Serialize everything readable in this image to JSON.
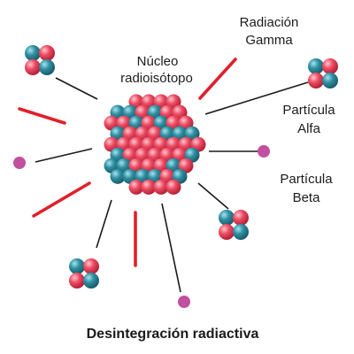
{
  "labels": {
    "nucleus_line1": "Núcleo",
    "nucleus_line2": "radioisótopo",
    "gamma_line1": "Radiación",
    "gamma_line2": "Gamma",
    "alpha_line1": "Partícula",
    "alpha_line2": "Alfa",
    "beta_line1": "Partícula",
    "beta_line2": "Beta"
  },
  "caption": "Desintegración radiactiva",
  "colors": {
    "proton": "#e8425a",
    "neutron": "#2e8a9c",
    "gamma_ray": "#e0202a",
    "beta_particle": "#c2509e",
    "connector": "#1a1a1a"
  }
}
